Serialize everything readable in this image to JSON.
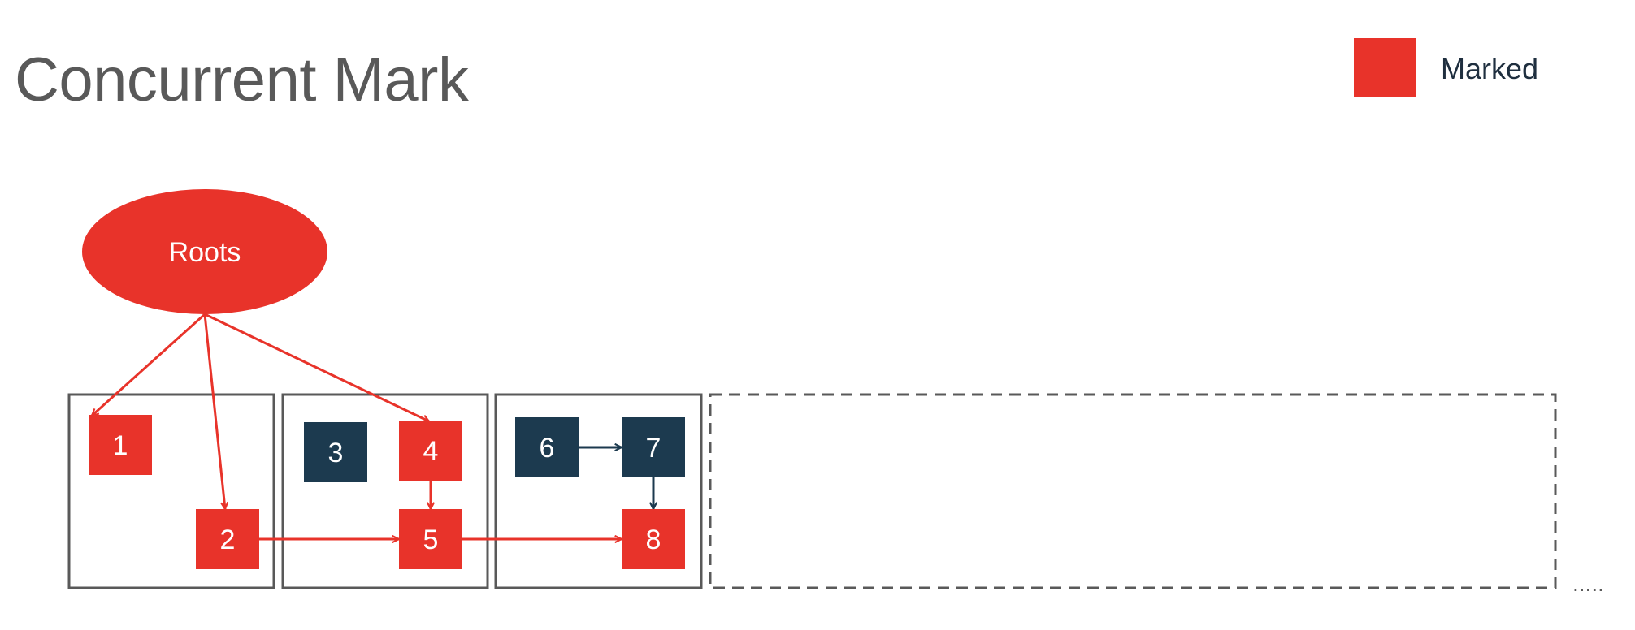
{
  "title": "Concurrent Mark",
  "legend": {
    "label": "Marked",
    "color": "#e8332a"
  },
  "colors": {
    "marked": "#e8332a",
    "unmarked": "#1c3a4f",
    "border": "#595959"
  },
  "roots": {
    "label": "Roots",
    "marked": true
  },
  "regions": [
    {
      "id": "region-1",
      "style": "solid"
    },
    {
      "id": "region-2",
      "style": "solid"
    },
    {
      "id": "region-3",
      "style": "solid"
    },
    {
      "id": "region-4",
      "style": "dashed"
    }
  ],
  "objects": [
    {
      "label": "1",
      "marked": true
    },
    {
      "label": "2",
      "marked": true
    },
    {
      "label": "3",
      "marked": false
    },
    {
      "label": "4",
      "marked": true
    },
    {
      "label": "5",
      "marked": true
    },
    {
      "label": "6",
      "marked": false
    },
    {
      "label": "7",
      "marked": false
    },
    {
      "label": "8",
      "marked": true
    }
  ],
  "references": [
    {
      "from": "Roots",
      "to": "1",
      "marked": true
    },
    {
      "from": "Roots",
      "to": "2",
      "marked": true
    },
    {
      "from": "Roots",
      "to": "4",
      "marked": true
    },
    {
      "from": "2",
      "to": "5",
      "marked": true
    },
    {
      "from": "4",
      "to": "5",
      "marked": true
    },
    {
      "from": "5",
      "to": "8",
      "marked": true
    },
    {
      "from": "6",
      "to": "7",
      "marked": false
    },
    {
      "from": "7",
      "to": "8",
      "marked": false
    }
  ],
  "ellipsis": "....."
}
